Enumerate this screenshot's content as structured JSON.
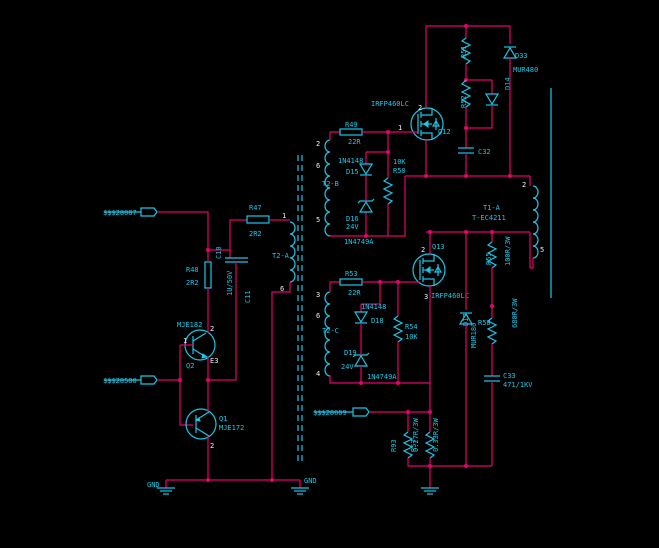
{
  "nets": {
    "in1": "$$$28087",
    "in2": "$$$28580",
    "in3": "$$$28609",
    "gnd1": "GND",
    "gnd2": "GND"
  },
  "components": {
    "r47": {
      "ref": "R47",
      "value": "2R2"
    },
    "r48": {
      "ref": "R48",
      "value": "2R2"
    },
    "c10": {
      "ref": "C10",
      "value": "1U/50V"
    },
    "c11": {
      "ref": "C11"
    },
    "q2": {
      "ref": "Q2",
      "part": "MJE182"
    },
    "q1": {
      "ref": "Q1",
      "part": "MJE172"
    },
    "t2a": {
      "ref": "T2-A"
    },
    "t2b": {
      "ref": "T2-B"
    },
    "t2c": {
      "ref": "T2-C"
    },
    "r49": {
      "ref": "R49",
      "value": "22R"
    },
    "r53": {
      "ref": "R53",
      "value": "22R"
    },
    "d15": {
      "ref": "D15",
      "part": "1N4148"
    },
    "d16": {
      "ref": "D16",
      "part": "1N4749A",
      "value": "24V"
    },
    "d18": {
      "ref": "D18",
      "part": "1N4148"
    },
    "d19": {
      "ref": "D19",
      "part": "1N4749A",
      "value": "24V"
    },
    "r50": {
      "ref": "R50",
      "value": "10K"
    },
    "r54": {
      "ref": "R54",
      "value": "10K"
    },
    "q12": {
      "ref": "Q12",
      "part": "IRFP460LC"
    },
    "q13": {
      "ref": "Q13",
      "part": "IRFP460LC"
    },
    "r51": {
      "ref": "R51"
    },
    "r52": {
      "ref": "R52"
    },
    "d33": {
      "ref": "D33",
      "part": "MUR480"
    },
    "d14": {
      "ref": "D14"
    },
    "c32": {
      "ref": "C32"
    },
    "t1a": {
      "ref": "T1-A",
      "part": "T-EC4211"
    },
    "r55": {
      "ref": "R55",
      "value": "100R/3W"
    },
    "r58": {
      "ref": "R58",
      "value": "680R/3W"
    },
    "d17": {
      "ref": "D17",
      "part": "MUR180"
    },
    "c33": {
      "ref": "C33",
      "value": "471/1KV"
    },
    "r93": {
      "ref": "R93",
      "value": "0.27R/3W"
    },
    "r57": {
      "ref": "R57",
      "value": "0.33R/3W"
    }
  }
}
